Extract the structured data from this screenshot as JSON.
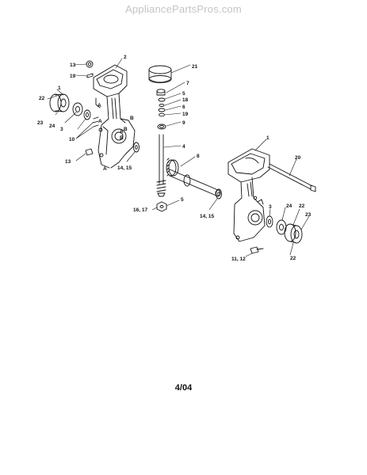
{
  "watermark": "AppliancePartsPros.com",
  "footer_code": "4/04",
  "callouts": {
    "c13a": "13",
    "c2": "2",
    "c19a": "19",
    "c1a": "1",
    "c22a": "22",
    "cA1": "A",
    "c23a": "23",
    "c24a": "24",
    "c3a": "3",
    "cB1": "B",
    "cA2": "A",
    "cB2": "B",
    "c10": "10",
    "cA3": "A",
    "cB3": "B",
    "c13b": "13",
    "cA4": "A",
    "c1415a": "14, 15",
    "c21": "21",
    "c7": "7",
    "c5a": "5",
    "c18a": "18",
    "c6": "6",
    "c19b": "19",
    "c9": "9",
    "c4": "4",
    "c8": "8",
    "c1b": "1",
    "c20": "20",
    "c1617": "16, 17",
    "c5b": "5",
    "c1415b": "14, 15",
    "c3b": "3",
    "c24b": "24",
    "c22b": "22",
    "c23b": "23",
    "c1112": "11, 12",
    "c22c": "22"
  }
}
